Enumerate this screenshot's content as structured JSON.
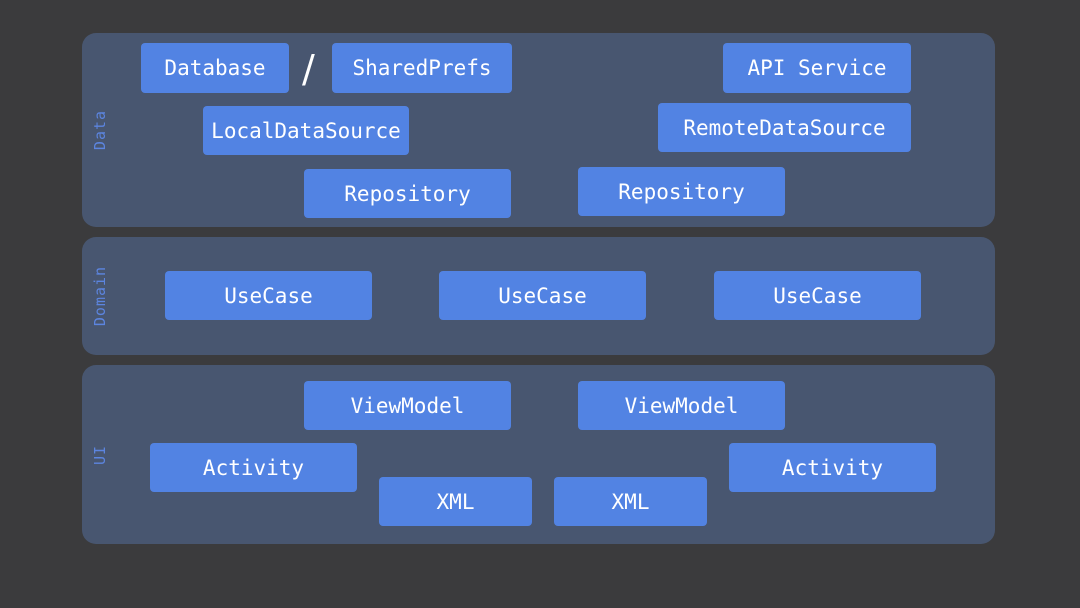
{
  "layers": {
    "data": {
      "label": "Data",
      "database": "Database",
      "separator": "/",
      "shared_prefs": "SharedPrefs",
      "api_service": "API Service",
      "local_data_source": "LocalDataSource",
      "remote_data_source": "RemoteDataSource",
      "repository_left": "Repository",
      "repository_right": "Repository"
    },
    "domain": {
      "label": "Domain",
      "usecases": [
        "UseCase",
        "UseCase",
        "UseCase"
      ]
    },
    "ui": {
      "label": "UI",
      "viewmodel_left": "ViewModel",
      "viewmodel_right": "ViewModel",
      "activity_left": "Activity",
      "activity_right": "Activity",
      "xml_left": "XML",
      "xml_right": "XML"
    }
  },
  "colors": {
    "background": "#3b3b3d",
    "layer": "#485670",
    "box": "#5283e3",
    "layer_label": "#5c85e0",
    "box_text": "#ffffff"
  }
}
